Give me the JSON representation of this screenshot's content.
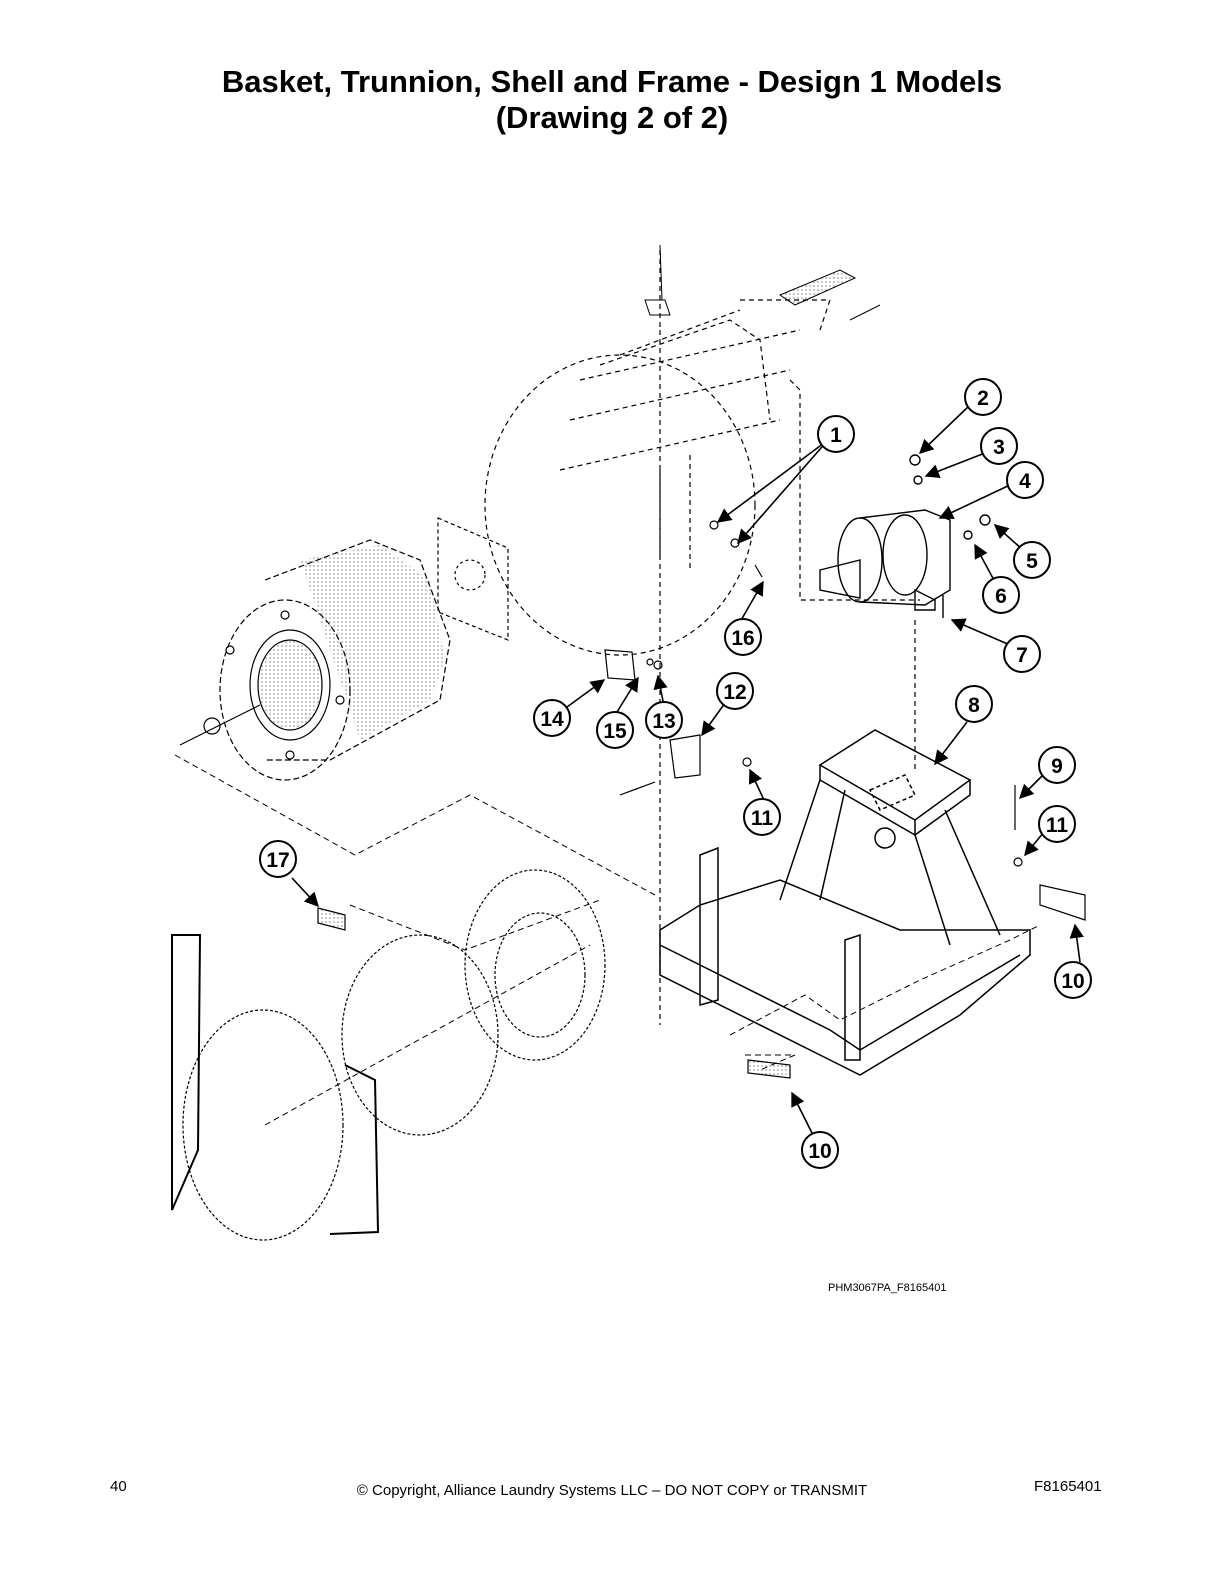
{
  "header": {
    "title_line1": "Basket, Trunnion, Shell and Frame - Design 1 Models",
    "title_line2": "(Drawing 2 of 2)"
  },
  "diagram": {
    "figure_code": "PHM3067PA_F8165401",
    "callouts": [
      "1",
      "2",
      "3",
      "4",
      "5",
      "6",
      "7",
      "8",
      "9",
      "10",
      "11",
      "12",
      "13",
      "14",
      "15",
      "16",
      "17"
    ]
  },
  "footer": {
    "page_number": "40",
    "copyright": "© Copyright, Alliance Laundry Systems LLC – DO NOT COPY or TRANSMIT",
    "document_number": "F8165401"
  }
}
